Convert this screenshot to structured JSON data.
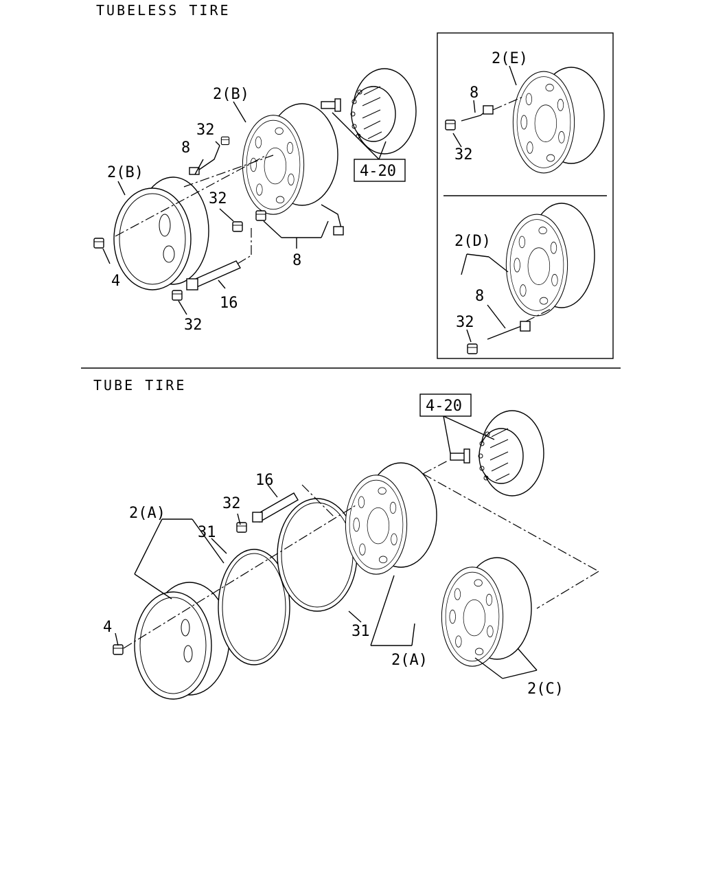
{
  "sections": {
    "tubeless_title": "TUBELESS TIRE",
    "tube_title": "TUBE TIRE"
  },
  "callouts": {
    "tl_2b_upper": "2(B)",
    "tl_2b_lower": "2(B)",
    "tl_32_top": "32",
    "tl_8_hose": "8",
    "tl_32_mid": "32",
    "tl_4": "4",
    "tl_8_bottom": "8",
    "tl_16": "16",
    "tl_32_bottom": "32",
    "tl_ref_box": "4-20",
    "inset_2e": "2(E)",
    "inset_8_top": "8",
    "inset_32_top": "32",
    "inset_2d": "2(D)",
    "inset_8_bottom": "8",
    "inset_32_bottom": "32",
    "tt_ref_box": "4-20",
    "tt_16": "16",
    "tt_32": "32",
    "tt_2a_left": "2(A)",
    "tt_31_top": "31",
    "tt_4": "4",
    "tt_31_bottom": "31",
    "tt_2a_right": "2(A)",
    "tt_2c": "2(C)"
  }
}
